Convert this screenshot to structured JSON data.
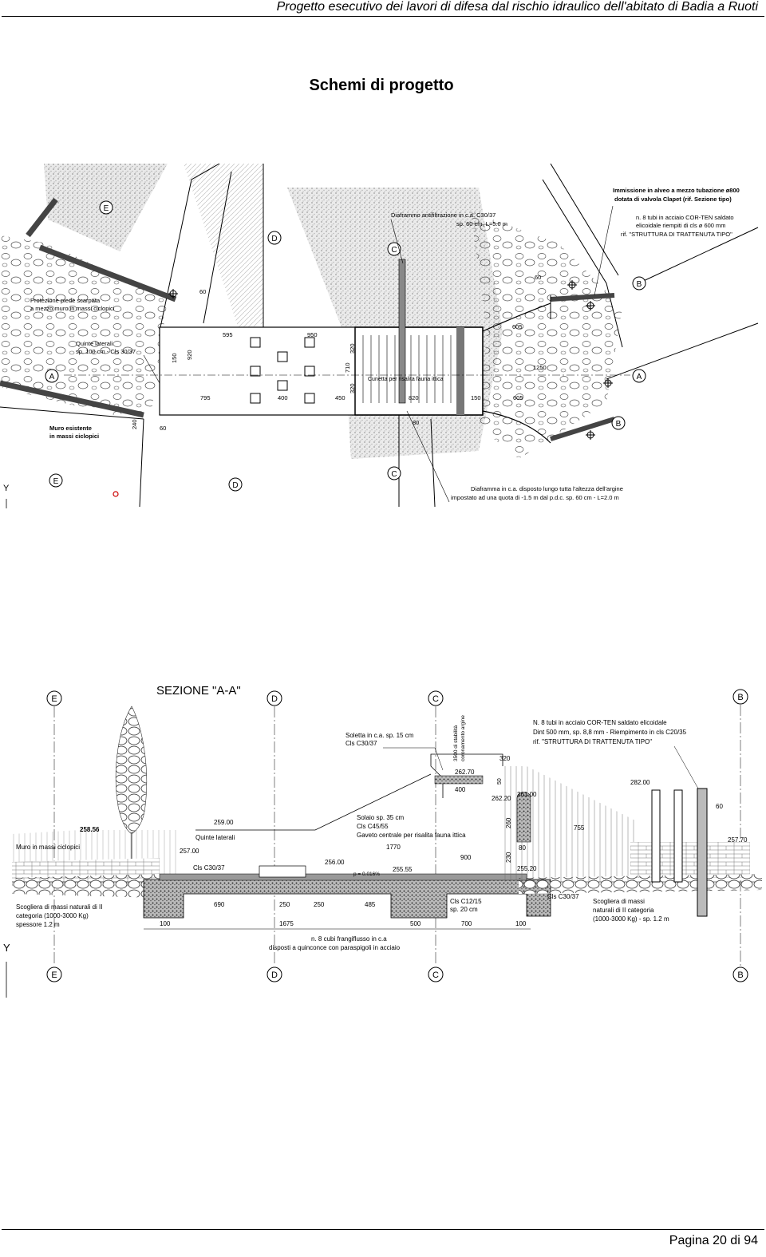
{
  "header": {
    "running_title": "Progetto esecutivo dei lavori di difesa dal rischio idraulico dell'abitato di Badia a Ruoti"
  },
  "section_title": "Schemi di progetto",
  "plan": {
    "callouts": {
      "immission": [
        "Immissione in alveo a mezzo tubazione ø800",
        "dotata di valvola Clapet (rif. Sezione tipo)"
      ],
      "pipes": [
        "n. 8 tubi in acciaio COR-TEN saldato",
        "elicoidale riempiti di cls ø 600 mm",
        "rif. \"STRUTTURA DI TRATTENUTA TIPO\""
      ],
      "diaphragm_top": [
        "Diaframmo antifiltrazione in c.a. C30/37",
        "sp. 60 cm, L=5.0 m"
      ],
      "toe_protection": [
        "Protezione piede scarpata",
        "a mezzo muro in massi ciclopici"
      ],
      "side_wings": [
        "Quinte laterali",
        "sp. 100 cm - Cls 30/37"
      ],
      "existing_wall": [
        "Muro esistente",
        "in massi ciclopici"
      ],
      "diaphragm_bottom": [
        "Diaframma in c.a. disposto lungo tutta l'altezza dell'argine",
        "impostato ad una quota di -1.5 m dal p.d.c. sp. 60 cm - L=2.0 m"
      ],
      "fish_channel": "Cunetta per risalita fauna ittica"
    },
    "dimensions": {
      "d595": "595",
      "d950": "950",
      "d795": "795",
      "d400": "400",
      "d450": "450",
      "d820": "820",
      "d150": "150",
      "d605a": "605",
      "d605b": "605",
      "d1250": "1250",
      "d710": "710",
      "d320a": "320",
      "d320b": "320",
      "d920": "920",
      "d60a": "60",
      "d60b": "60",
      "d80": "80",
      "d240": "240",
      "d150b": "150",
      "d60c": "60"
    },
    "section_markers": {
      "A": "A",
      "B": "B",
      "C": "C",
      "D": "D",
      "E": "E"
    }
  },
  "section": {
    "title": "SEZIONE \"A-A\"",
    "callouts": {
      "slab": [
        "Soletta in c.a. sp. 15 cm",
        "Cls C30/37"
      ],
      "pipes": [
        "N. 8 tubi in acciaio COR-TEN saldato elicoidale",
        "Dint 500 mm, sp. 8,8 mm - Riempimento in cls C20/35",
        "rif. \"STRUTTURA DI TRATTENUTA TIPO\""
      ],
      "floor": [
        "Solaio sp. 35 cm",
        "Cls C45/55",
        "Gaveto centrale per risalita fauna ittica"
      ],
      "wall": "Muro in massi ciclopici",
      "wings": "Quinte laterali",
      "cls1": "Cls C30/37",
      "cls2": "Cls C30/37",
      "cls3": [
        "Cls C12/15",
        "sp. 20 cm"
      ],
      "rip_left": [
        "Scogliera di massi naturali di II",
        "categoria (1000-3000 Kg)",
        "spessore 1.2 m"
      ],
      "rip_right": [
        "Scogliera di massi",
        "naturali di II categoria",
        "(1000-3000 Kg) - sp. 1.2 m"
      ],
      "breakers": [
        "n. 8 cubi frangiflusso in c.a",
        "disposti a quinconce con paraspigoli in acciaio"
      ],
      "stability": [
        "3500 di stabilità",
        "coronamento argine"
      ]
    },
    "levels": {
      "l1": "258.56",
      "l2": "259.00",
      "l3": "257.00",
      "l4": "256.00",
      "l5": "255.55",
      "l6": "262.70",
      "l7": "262.20",
      "l8": "261.00",
      "l9": "255.20",
      "l10": "257.70",
      "l11": "282.00",
      "slope": "p = 0.016%"
    },
    "dimensions": {
      "d320": "320",
      "d400": "400",
      "d1770": "1770",
      "d900": "900",
      "d260": "260",
      "d230": "230",
      "d80": "80",
      "d755": "755",
      "d60": "60",
      "d690": "690",
      "d250a": "250",
      "d250b": "250",
      "d485": "485",
      "d100a": "100",
      "d1675": "1675",
      "d500": "500",
      "d700": "700",
      "d100b": "100",
      "d50": "50"
    }
  },
  "footer": {
    "page_number": "Pagina 20 di 94"
  }
}
